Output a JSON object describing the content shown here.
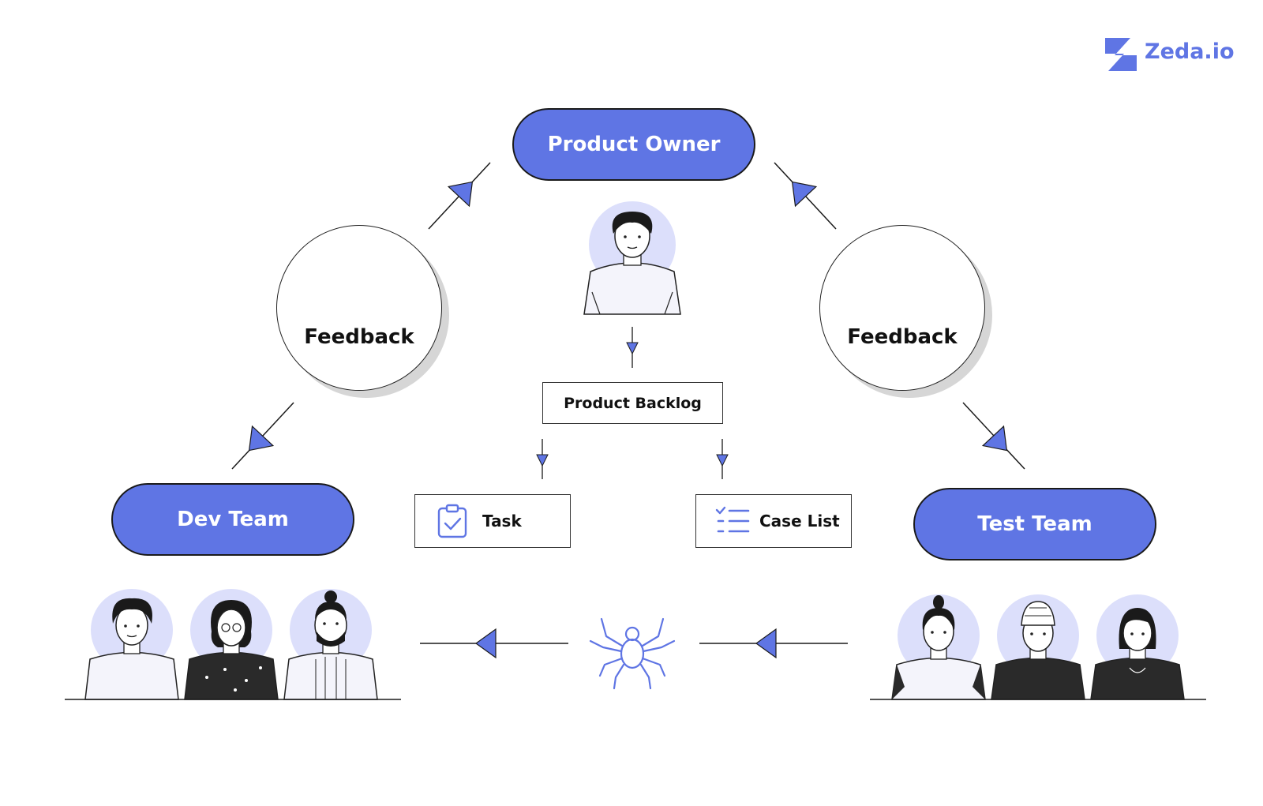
{
  "brand": {
    "name": "Zeda.io",
    "color": "#5f75e4"
  },
  "roles": {
    "product_owner": "Product Owner",
    "dev_team": "Dev Team",
    "test_team": "Test Team"
  },
  "feedback": {
    "left_label": "Feedback",
    "right_label": "Feedback"
  },
  "artifacts": {
    "backlog": "Product Backlog",
    "task": "Task",
    "case_list": "Case List"
  },
  "icons": [
    "feedback-form-icon",
    "clipboard-check-icon",
    "checklist-icon",
    "bug-spider-icon"
  ],
  "colors": {
    "accent": "#5f75e4",
    "avatar_bg": "#dcdffb",
    "shirt_dark": "#2a2a2a"
  }
}
